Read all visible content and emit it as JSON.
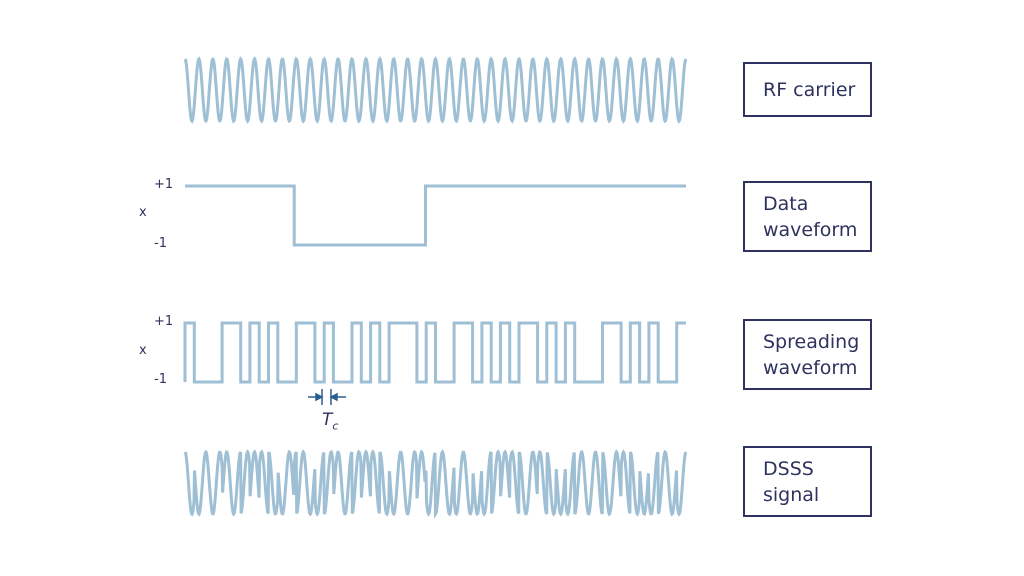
{
  "colors": {
    "wave": "#9ebfd4",
    "text": "#2d335e",
    "arrow": "#2a5f8f"
  },
  "rows": [
    {
      "label_lines": [
        "RF carrier"
      ]
    },
    {
      "label_lines": [
        "Data",
        "waveform"
      ],
      "axis": {
        "plus": "+1",
        "var": "x",
        "minus": "-1"
      }
    },
    {
      "label_lines": [
        "Spreading",
        "waveform"
      ],
      "axis": {
        "plus": "+1",
        "var": "x",
        "minus": "-1"
      }
    },
    {
      "label_lines": [
        "DSSS",
        "signal"
      ]
    }
  ],
  "chip_period_label": {
    "main": "T",
    "sub": "c"
  },
  "waveforms": {
    "carrier_cycles": 36,
    "data_bits": [
      1,
      -1,
      -1,
      1,
      1,
      1,
      1,
      1
    ],
    "data_transitions": [
      0.218,
      0.48
    ],
    "chips": [
      1,
      -1,
      -1,
      -1,
      1,
      1,
      -1,
      1,
      -1,
      1,
      -1,
      -1,
      1,
      1,
      -1,
      1,
      -1,
      -1,
      1,
      -1,
      1,
      -1,
      1,
      1,
      1,
      -1,
      1,
      -1,
      -1,
      1,
      1,
      -1,
      1,
      -1,
      1,
      -1,
      1,
      1,
      -1,
      1,
      -1,
      1,
      -1,
      -1,
      -1,
      1,
      1,
      -1,
      1,
      -1,
      1,
      -1,
      -1,
      1
    ]
  }
}
